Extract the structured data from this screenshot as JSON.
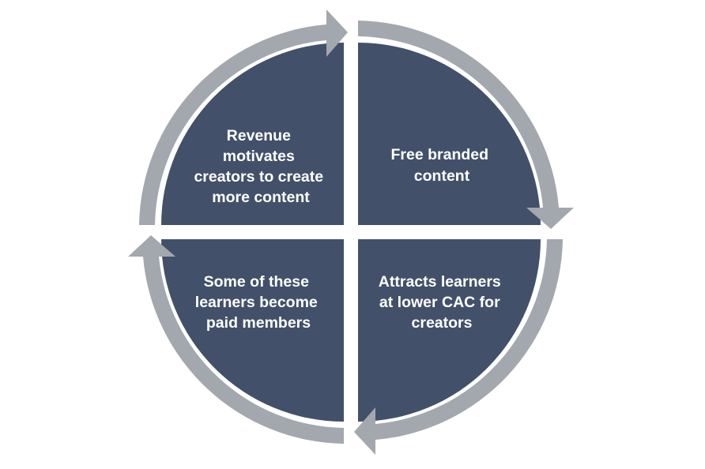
{
  "diagram": {
    "type": "cycle",
    "quadrants": [
      {
        "id": "top-right",
        "lines": [
          "Free branded",
          "content"
        ]
      },
      {
        "id": "bottom-right",
        "lines": [
          "Attracts learners",
          "at lower CAC for",
          "creators"
        ]
      },
      {
        "id": "bottom-left",
        "lines": [
          "Some of these",
          "learners become",
          "paid members"
        ]
      },
      {
        "id": "top-left",
        "lines": [
          "Revenue",
          "motivates",
          "creators to create",
          "more content"
        ]
      }
    ],
    "colors": {
      "quadrant_fill": "#425169",
      "arrow_fill": "#a3a7ae",
      "text": "#ffffff",
      "background": "#ffffff"
    },
    "arrow_direction": "clockwise"
  }
}
